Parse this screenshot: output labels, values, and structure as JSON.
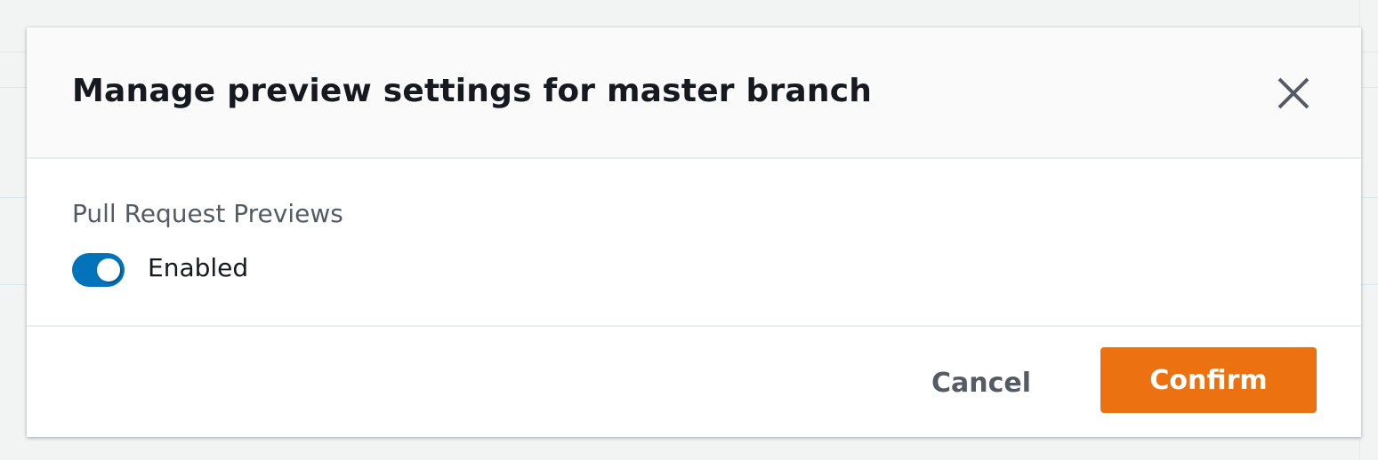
{
  "modal": {
    "title": "Manage preview settings for master branch",
    "close_icon": "close-icon",
    "setting_label": "Pull Request Previews",
    "toggle_state": true,
    "toggle_label": "Enabled",
    "cancel_label": "Cancel",
    "confirm_label": "Confirm"
  },
  "colors": {
    "accent": "#0073bb",
    "primary_button": "#ec7211"
  }
}
